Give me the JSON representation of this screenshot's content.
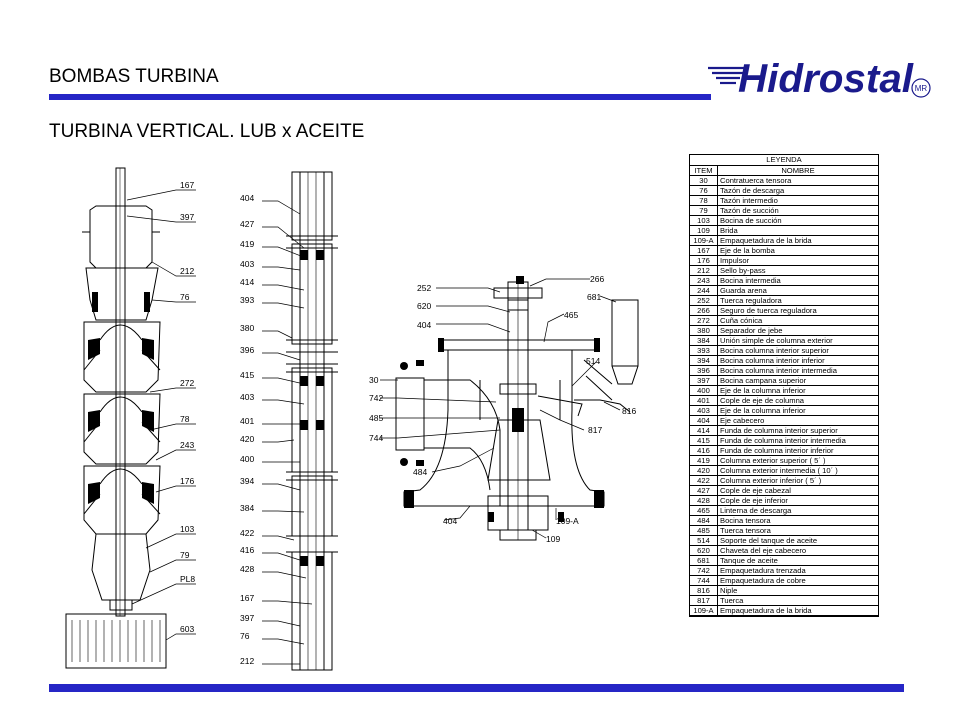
{
  "header": {
    "section_title": "BOMBAS TURBINA",
    "subtitle": "TURBINA VERTICAL. LUB x ACEITE"
  },
  "brand": {
    "logo_text": "Hidrostal",
    "mark": "MR"
  },
  "colors": {
    "accent_bar": "#2626c6",
    "ink": "#000000",
    "brand_blue": "#1a1a8c"
  },
  "legend": {
    "title": "LEYENDA",
    "col_item": "ITEM",
    "col_name": "NOMBRE",
    "rows": [
      {
        "item": "30",
        "name": "Contratuerca tensora"
      },
      {
        "item": "76",
        "name": "Tazón de descarga"
      },
      {
        "item": "78",
        "name": "Tazón intermedio"
      },
      {
        "item": "79",
        "name": "Tazón de succión"
      },
      {
        "item": "103",
        "name": "Bocina de succión"
      },
      {
        "item": "109",
        "name": "Brida"
      },
      {
        "item": "109-A",
        "name": "Empaquetadura de la brida"
      },
      {
        "item": "167",
        "name": "Eje de la bomba"
      },
      {
        "item": "176",
        "name": "Impulsor"
      },
      {
        "item": "212",
        "name": "Sello by-pass"
      },
      {
        "item": "243",
        "name": "Bocina intermedia"
      },
      {
        "item": "244",
        "name": "Guarda arena"
      },
      {
        "item": "252",
        "name": "Tuerca reguladora"
      },
      {
        "item": "266",
        "name": "Seguro de tuerca reguladora"
      },
      {
        "item": "272",
        "name": "Cuña cónica"
      },
      {
        "item": "380",
        "name": "Separador de jebe"
      },
      {
        "item": "384",
        "name": "Unión simple de columna exterior"
      },
      {
        "item": "393",
        "name": "Bocina columna interior superior"
      },
      {
        "item": "394",
        "name": "Bocina columna interior inferior"
      },
      {
        "item": "396",
        "name": "Bocina columna interior intermedia"
      },
      {
        "item": "397",
        "name": "Bocina campana superior"
      },
      {
        "item": "400",
        "name": "Eje de la columna inferior"
      },
      {
        "item": "401",
        "name": "Cople de eje de columna"
      },
      {
        "item": "403",
        "name": "Eje de la columna inferior"
      },
      {
        "item": "404",
        "name": "Eje cabecero"
      },
      {
        "item": "414",
        "name": "Funda de columna interior superior"
      },
      {
        "item": "415",
        "name": "Funda de columna interior intermedia"
      },
      {
        "item": "416",
        "name": "Funda de columna interior inferior"
      },
      {
        "item": "419",
        "name": "Columna exterior superior ( 5´ )"
      },
      {
        "item": "420",
        "name": "Columna exterior intermedia ( 10´ )"
      },
      {
        "item": "422",
        "name": "Columna exterior inferior ( 5´ )"
      },
      {
        "item": "427",
        "name": "Cople de eje cabezal"
      },
      {
        "item": "428",
        "name": "Cople de eje inferior"
      },
      {
        "item": "465",
        "name": "Linterna de descarga"
      },
      {
        "item": "484",
        "name": "Bocina tensora"
      },
      {
        "item": "485",
        "name": "Tuerca tensora"
      },
      {
        "item": "514",
        "name": "Soporte del tanque de aceite"
      },
      {
        "item": "620",
        "name": "Chaveta del eje cabecero"
      },
      {
        "item": "681",
        "name": "Tanque de aceite"
      },
      {
        "item": "742",
        "name": "Empaquetadura trenzada"
      },
      {
        "item": "744",
        "name": "Empaquetadura de cobre"
      },
      {
        "item": "816",
        "name": "Niple"
      },
      {
        "item": "817",
        "name": "Tuerca"
      },
      {
        "item": "109-A",
        "name": "Empaquetadura de la brida"
      }
    ]
  },
  "callouts": {
    "bowl": [
      "167",
      "397",
      "212",
      "76",
      "272",
      "78",
      "243",
      "176",
      "103",
      "79",
      "PL8",
      "603"
    ],
    "column": [
      "404",
      "427",
      "419",
      "403",
      "414",
      "393",
      "380",
      "396",
      "415",
      "403",
      "401",
      "420",
      "400",
      "394",
      "384",
      "422",
      "416",
      "428",
      "167",
      "397",
      "76",
      "212"
    ],
    "head": [
      "252",
      "620",
      "404",
      "266",
      "681",
      "465",
      "30",
      "742",
      "485",
      "744",
      "514",
      "816",
      "817",
      "484",
      "404",
      "109-A",
      "109"
    ]
  }
}
